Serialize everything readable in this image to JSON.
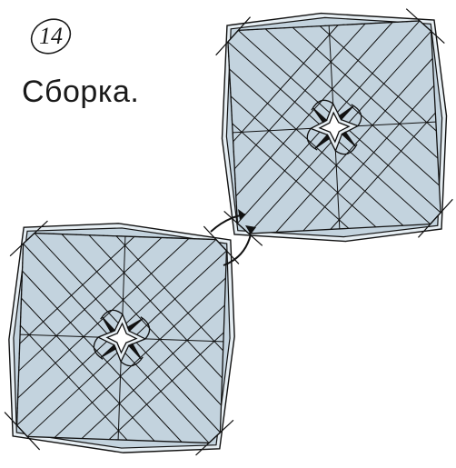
{
  "step": {
    "number": "14",
    "caption": "Сборка."
  },
  "colors": {
    "paper": "#c3d3de",
    "paper_back": "#e6eef3",
    "line": "#111111",
    "background": "#ffffff"
  },
  "icons": {
    "step_badge": "circled-number",
    "assembly_arrow": "curved-push-arrow"
  }
}
